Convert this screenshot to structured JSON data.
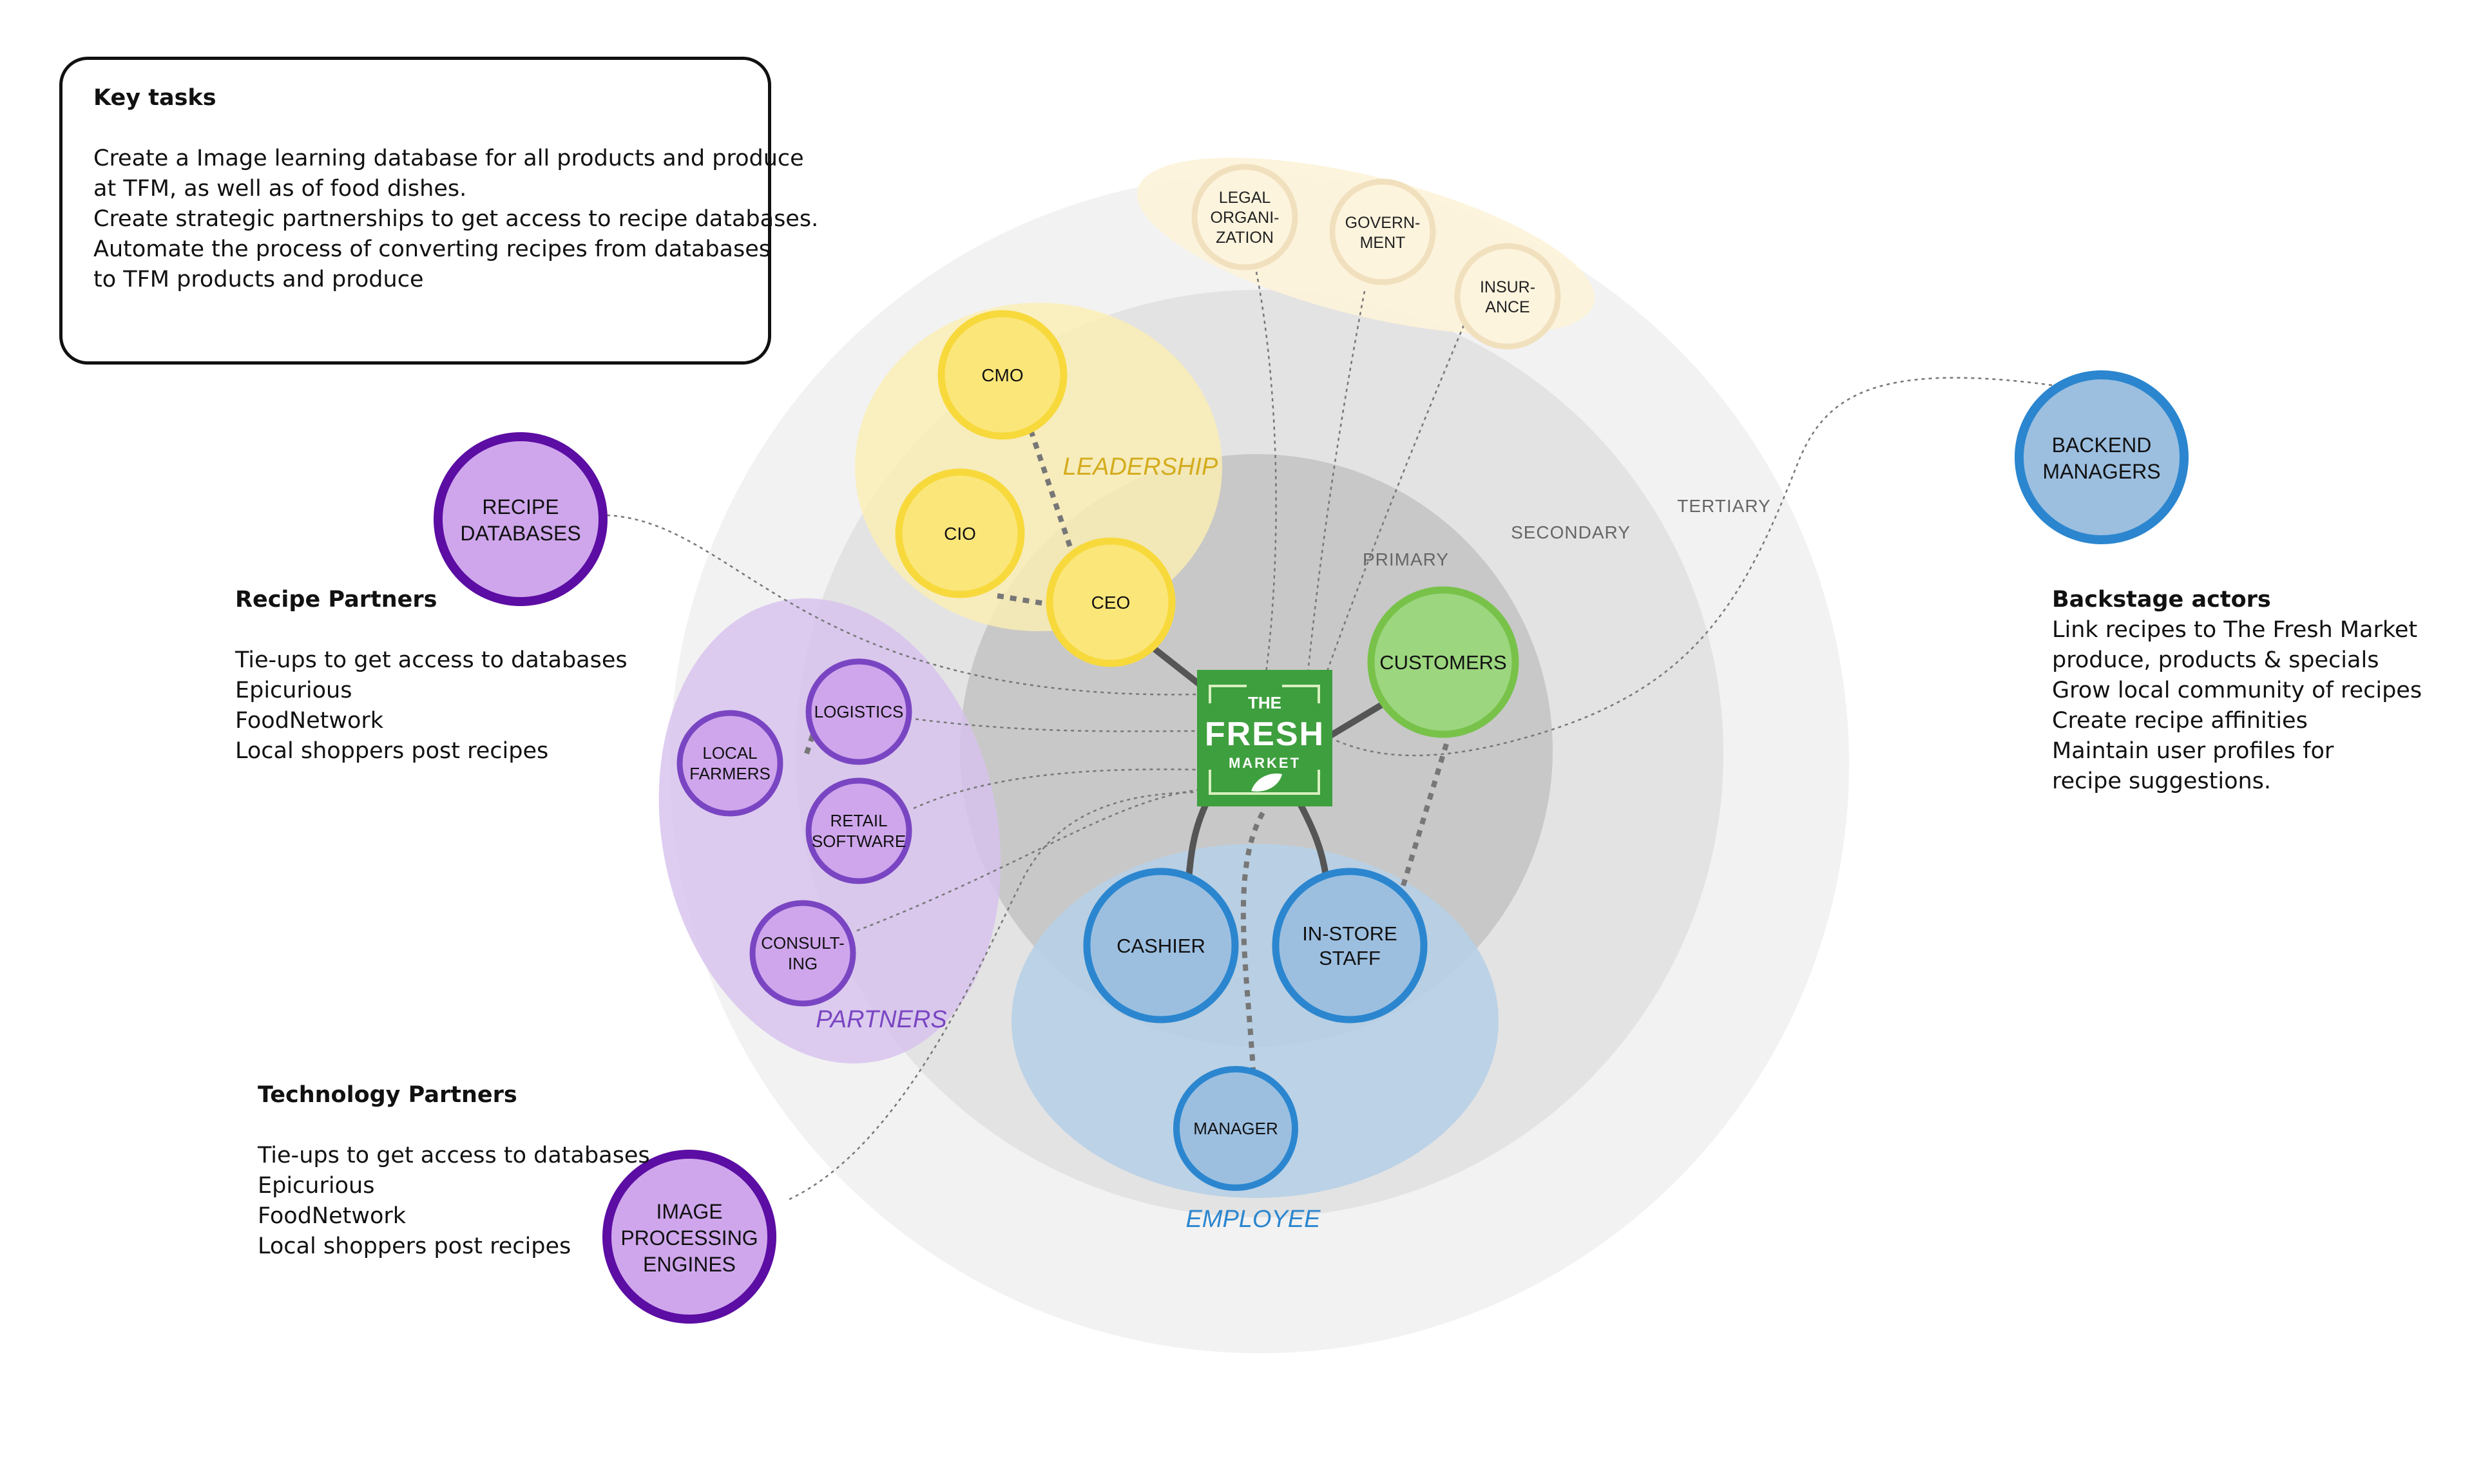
{
  "key_tasks": {
    "title": "Key tasks",
    "lines": [
      "Create a Image learning database for all products and produce",
      "at TFM, as well as of food dishes.",
      "Create strategic partnerships to get access to recipe databases.",
      "Automate the process of converting recipes from databases",
      "to TFM products and produce"
    ]
  },
  "recipe_partners": {
    "title": "Recipe Partners",
    "lines": [
      "Tie-ups to get access to databases",
      "Epicurious",
      "FoodNetwork",
      "Local shoppers post recipes"
    ]
  },
  "technology_partners": {
    "title": "Technology Partners",
    "lines": [
      "Tie-ups to get access to databases",
      "Epicurious",
      "FoodNetwork",
      "Local shoppers post recipes"
    ]
  },
  "backstage_actors": {
    "title": "Backstage actors",
    "lines": [
      "Link recipes to The Fresh Market",
      "produce, products & specials",
      "Grow local community of recipes",
      "Create recipe affinities",
      "Maintain user profiles for",
      "recipe suggestions."
    ]
  },
  "rings": {
    "primary": "PRIMARY",
    "secondary": "SECONDARY",
    "tertiary": "TERTIARY"
  },
  "groups": {
    "leadership": "LEADERSHIP",
    "partners": "PARTNERS",
    "employee": "EMPLOYEE"
  },
  "logo": {
    "line1": "THE",
    "line2": "FRESH",
    "line3": "MARKET"
  },
  "nodes": {
    "cmo": [
      "CMO"
    ],
    "cio": [
      "CIO"
    ],
    "ceo": [
      "CEO"
    ],
    "legal": [
      "LEGAL",
      "ORGANI-",
      "ZATION"
    ],
    "government": [
      "GOVERN-",
      "MENT"
    ],
    "insurance": [
      "INSUR-",
      "ANCE"
    ],
    "customers": [
      "CUSTOMERS"
    ],
    "cashier": [
      "CASHIER"
    ],
    "instore": [
      "IN-STORE",
      "STAFF"
    ],
    "manager": [
      "MANAGER"
    ],
    "logistics": [
      "LOGISTICS"
    ],
    "local_farmers": [
      "LOCAL",
      "FARMERS"
    ],
    "retail_software": [
      "RETAIL",
      "SOFTWARE"
    ],
    "consulting": [
      "CONSULT-",
      "ING"
    ],
    "recipe_databases": [
      "RECIPE",
      "DATABASES"
    ],
    "image_processing": [
      "IMAGE",
      "PROCESSING",
      "ENGINES"
    ],
    "backend_managers": [
      "BACKEND",
      "MANAGERS"
    ]
  },
  "colors": {
    "leadership_fill": "#fbeeb3",
    "leadership_stroke": "#f7d93c",
    "node_yellow": "#fbe67a",
    "regulator_fill": "#fdf3d9",
    "regulator_stroke": "#f2e0b8",
    "partner_fill": "#d7c2ee",
    "partner_node": "#cfa6ec",
    "partner_stroke": "#7a45c2",
    "partner_dark_stroke": "#5c0da3",
    "employee_fill": "#b7cfe6",
    "employee_node": "#9cbfe0",
    "employee_stroke": "#2b86cf",
    "customer_fill": "#9cd67f",
    "customer_stroke": "#78c24a",
    "logo_green": "#3e9f3e",
    "leadership_text": "#d3ac1d",
    "partners_text": "#7a45c2",
    "employee_text": "#2b86cf"
  }
}
